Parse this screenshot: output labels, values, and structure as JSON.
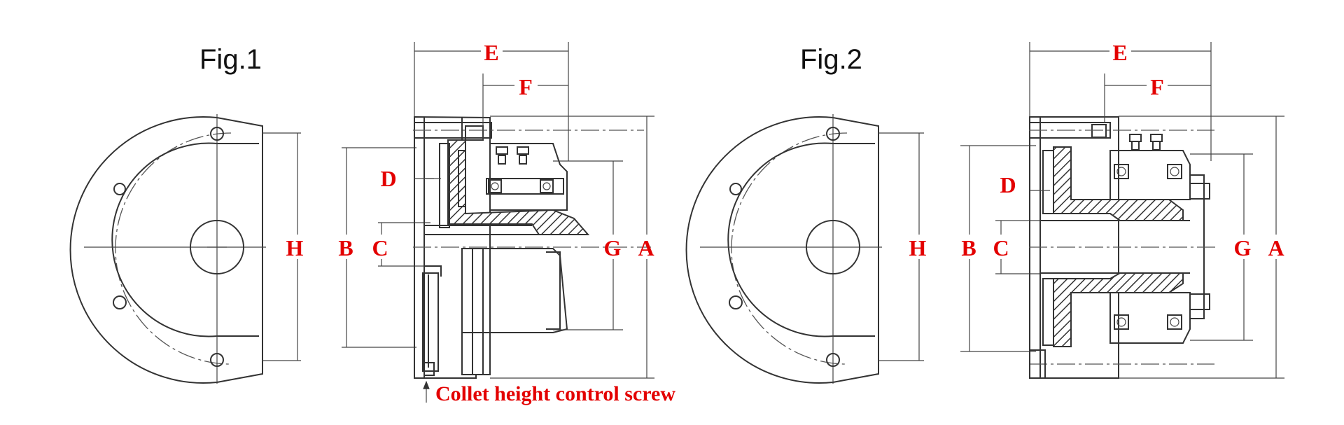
{
  "colors": {
    "dimension_label": "#e30000",
    "line": "#333333",
    "background": "#ffffff"
  },
  "figures": [
    {
      "title": "Fig.1",
      "labels": {
        "E": "E",
        "F": "F",
        "D": "D",
        "C": "C",
        "B": "B",
        "H": "H",
        "G": "G",
        "A": "A"
      }
    },
    {
      "title": "Fig.2",
      "labels": {
        "E": "E",
        "F": "F",
        "D": "D",
        "C": "C",
        "B": "B",
        "H": "H",
        "G": "G",
        "A": "A"
      }
    }
  ],
  "annotation": {
    "collet_screw": "Collet height control screw"
  }
}
